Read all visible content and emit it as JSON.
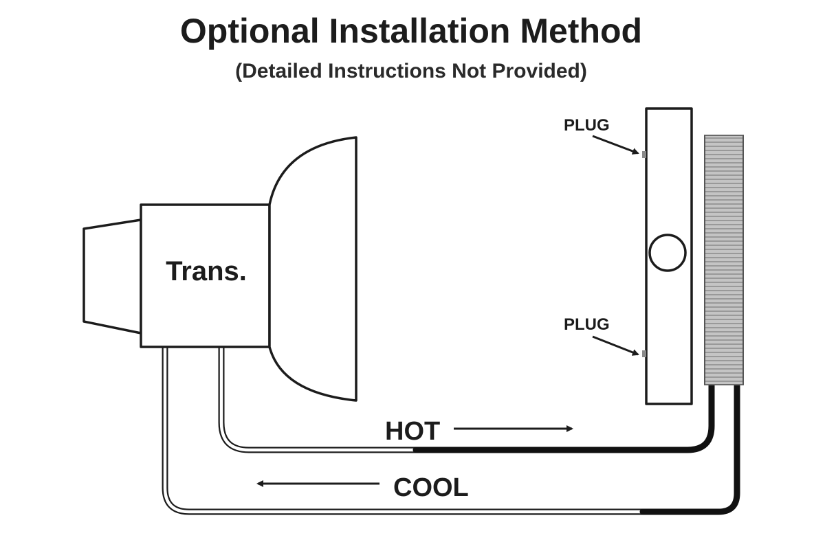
{
  "title": "Optional Installation Method",
  "subtitle": "(Detailed Instructions Not Provided)",
  "labels": {
    "transmission": "Trans.",
    "plug_top": "PLUG",
    "plug_bottom": "PLUG",
    "hot": "HOT",
    "cool": "COOL"
  },
  "colors": {
    "ink": "#1c1c1c",
    "cooler_fill": "#bdbdbd",
    "background": "#ffffff"
  }
}
